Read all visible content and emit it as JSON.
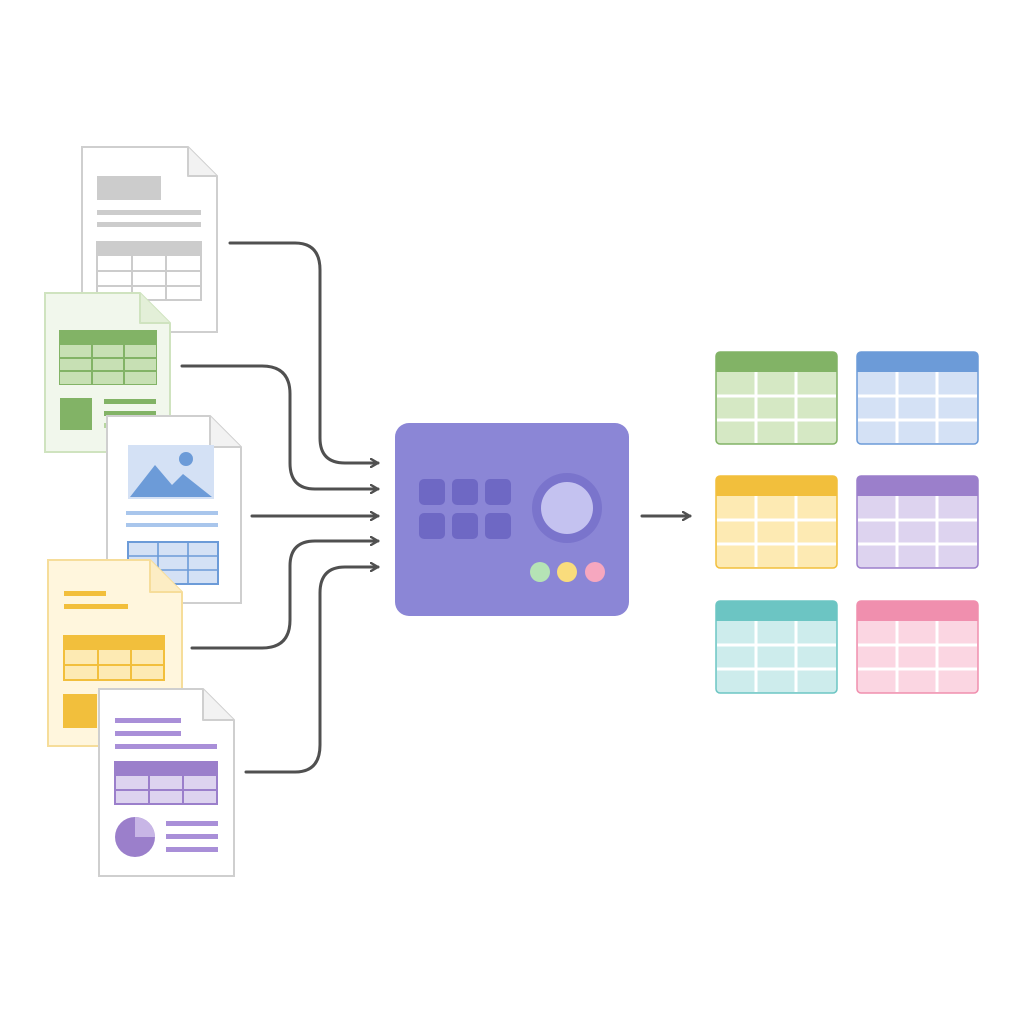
{
  "colors": {
    "background": "#ffffff",
    "connector": "#505050",
    "gray_doc": "#bdbdbd",
    "green": "#82b366",
    "green_light": "#d5e8c4",
    "blue": "#6c9bd8",
    "blue_light": "#d4e1f5",
    "yellow": "#f2bf3c",
    "yellow_light": "#fdeab3",
    "purple": "#9b7fcb",
    "purple_light": "#ddd3ef",
    "teal": "#6cc5c3",
    "teal_light": "#cdecec",
    "pink": "#f08fae",
    "pink_light": "#fbd6e2",
    "hub": "#8b86d6",
    "hub_button": "#6e68c4",
    "hub_dial": "#c4c2f0",
    "hub_led_green": "#b5e3b5",
    "hub_led_yellow": "#f9dc7c",
    "hub_led_pink": "#f6a7bf"
  },
  "inputs": [
    {
      "kind": "gray-report-document-icon",
      "color": "gray"
    },
    {
      "kind": "green-spreadsheet-document-icon",
      "color": "green"
    },
    {
      "kind": "blue-image-document-icon",
      "color": "blue"
    },
    {
      "kind": "yellow-form-document-icon",
      "color": "yellow"
    },
    {
      "kind": "purple-chart-document-icon",
      "color": "purple"
    }
  ],
  "processor": {
    "kind": "processing-hub-icon",
    "buttons": 6,
    "leds": [
      "green",
      "yellow",
      "pink"
    ]
  },
  "outputs": [
    {
      "kind": "green-table-icon",
      "color": "green"
    },
    {
      "kind": "blue-table-icon",
      "color": "blue"
    },
    {
      "kind": "yellow-table-icon",
      "color": "yellow"
    },
    {
      "kind": "purple-table-icon",
      "color": "purple"
    },
    {
      "kind": "teal-table-icon",
      "color": "teal"
    },
    {
      "kind": "pink-table-icon",
      "color": "pink"
    }
  ]
}
